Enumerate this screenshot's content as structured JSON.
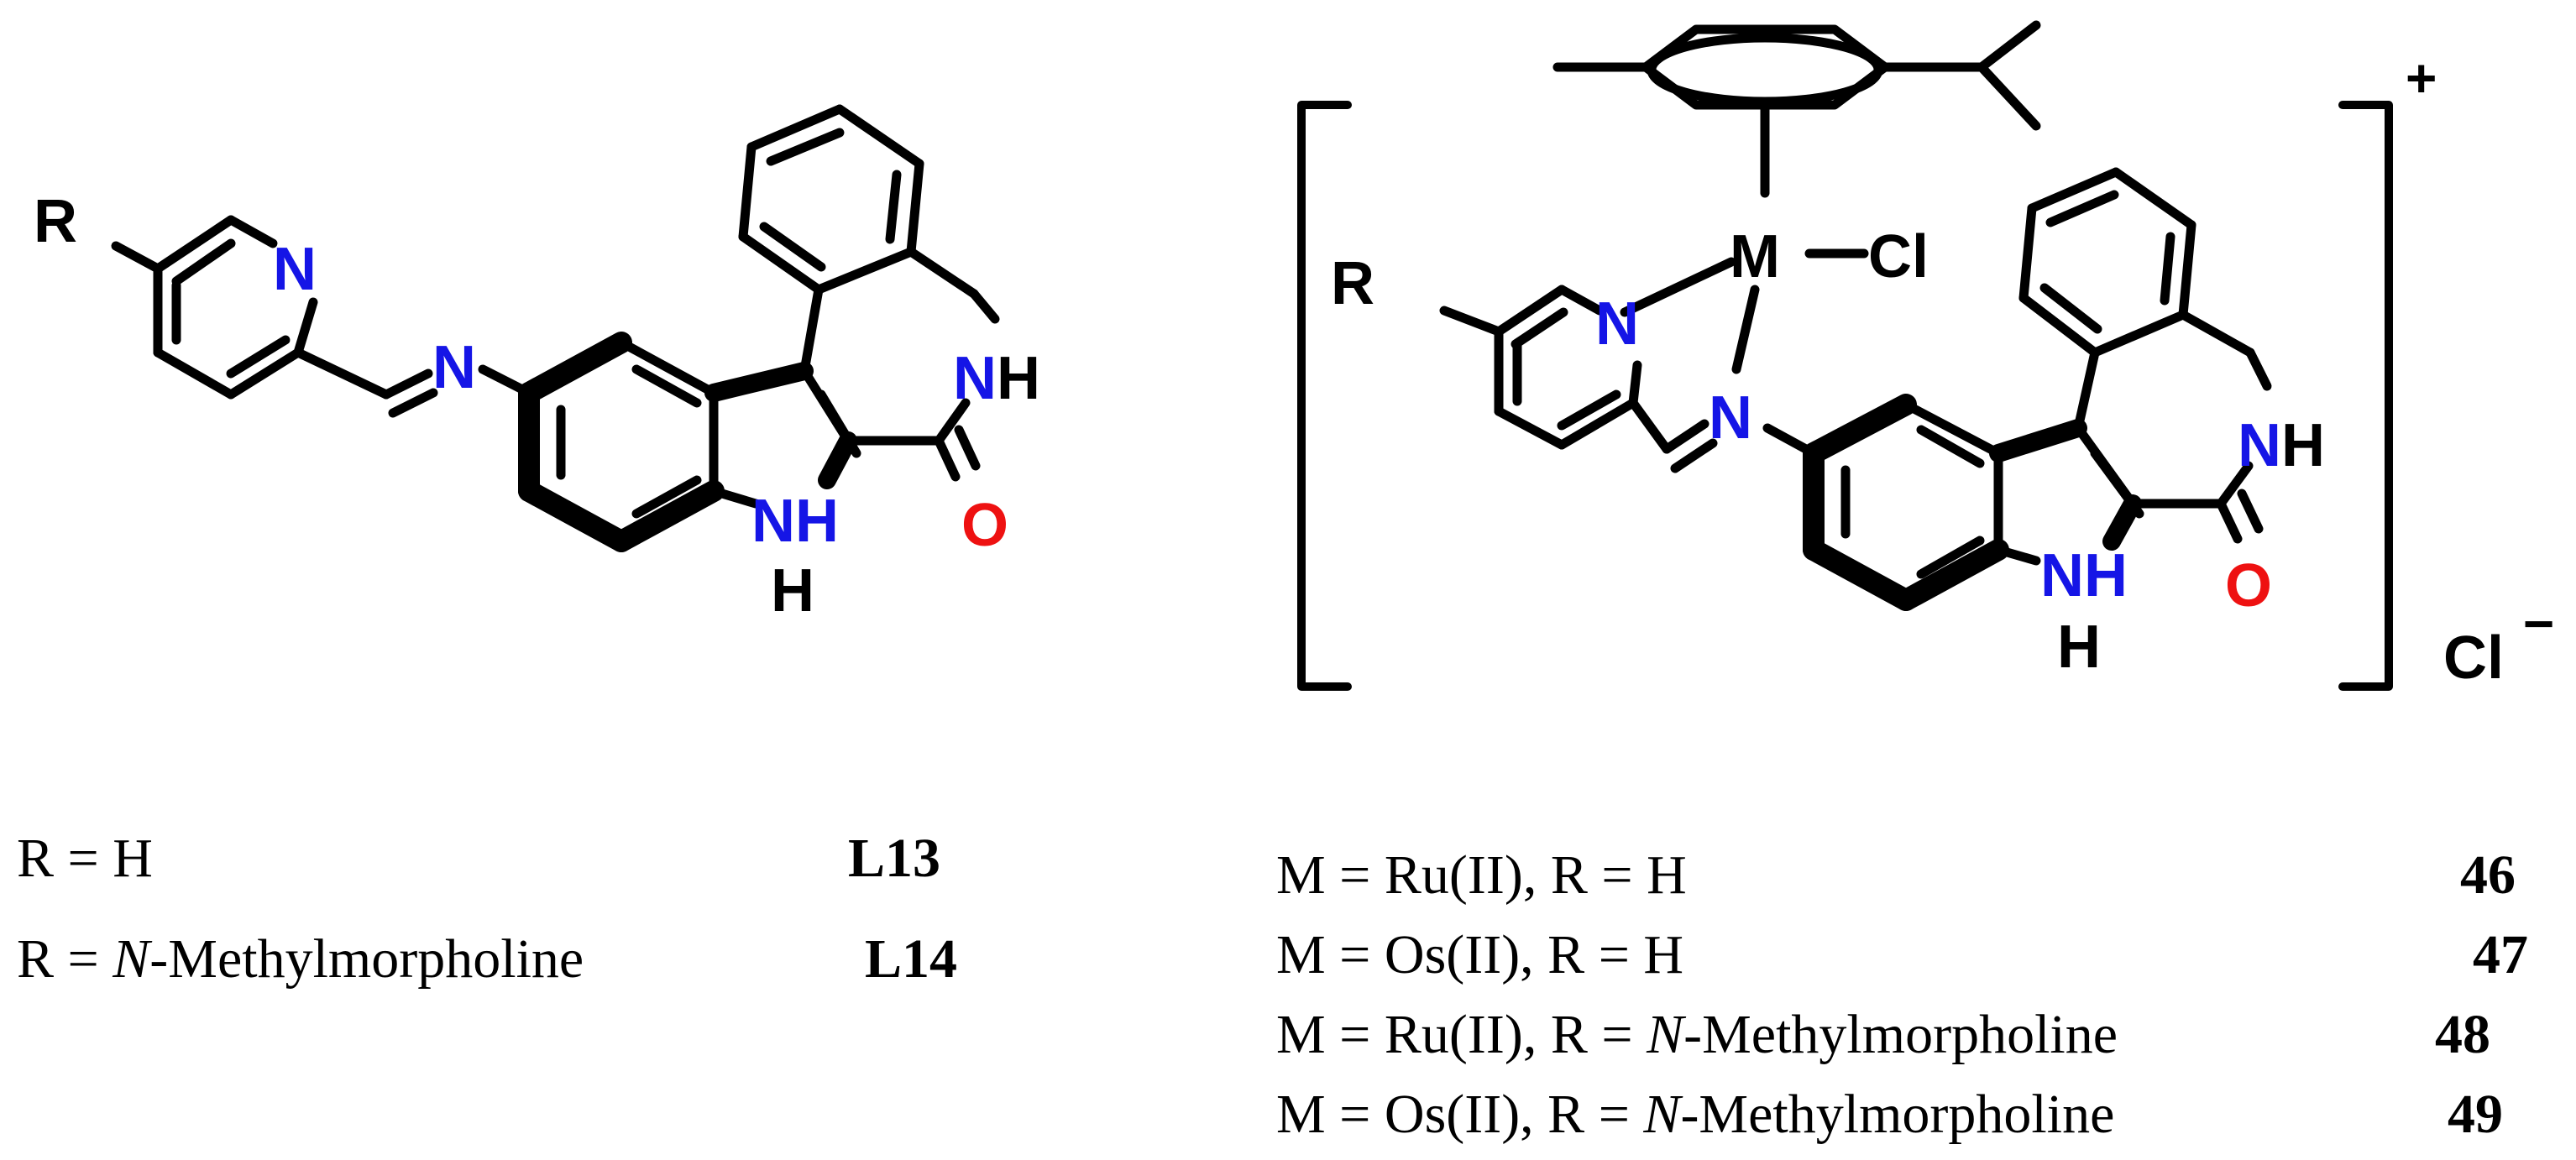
{
  "atoms": {
    "R": "R",
    "N": "N",
    "NH": "NH",
    "H": "H",
    "O": "O",
    "M": "M",
    "Cl": "Cl",
    "plus": "+",
    "minus": "−"
  },
  "colors": {
    "nitrogen": "#1515e6",
    "oxygen": "#ee1111",
    "bond": "#000000"
  },
  "ligand_table": [
    {
      "pre": "R = H",
      "italic": "",
      "post": "",
      "code": "L13"
    },
    {
      "pre": "R = ",
      "italic": "N",
      "post": "-Methylmorpholine",
      "code": "L14"
    }
  ],
  "complex_table": [
    {
      "pre": "M = Ru(II), R = H",
      "italic": "",
      "post": "",
      "code": "46"
    },
    {
      "pre": "M = Os(II), R = H",
      "italic": "",
      "post": "",
      "code": "47"
    },
    {
      "pre": "M = Ru(II), R = ",
      "italic": "N",
      "post": "-Methylmorpholine",
      "code": "48"
    },
    {
      "pre": "M = Os(II), R = ",
      "italic": "N",
      "post": "-Methylmorpholine",
      "code": "49"
    }
  ]
}
